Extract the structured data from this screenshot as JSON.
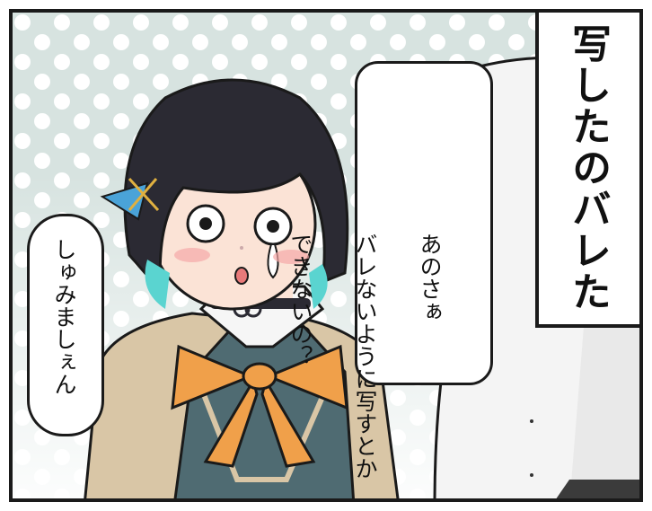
{
  "caption": {
    "text": "写したのバレた"
  },
  "speech_right": {
    "lines": [
      "あのさぁ",
      "バレないように写すとか",
      "できないの？"
    ]
  },
  "speech_left": {
    "text": "しゅみましぇん"
  },
  "colors": {
    "background": "#d7e3e0",
    "hair": "#2b2a33",
    "hair_accent": "#5ad4d0",
    "blazer": "#d9c6a6",
    "vest": "#4f6b72",
    "bow": "#f0a04a",
    "outline": "#1a1a1a"
  }
}
